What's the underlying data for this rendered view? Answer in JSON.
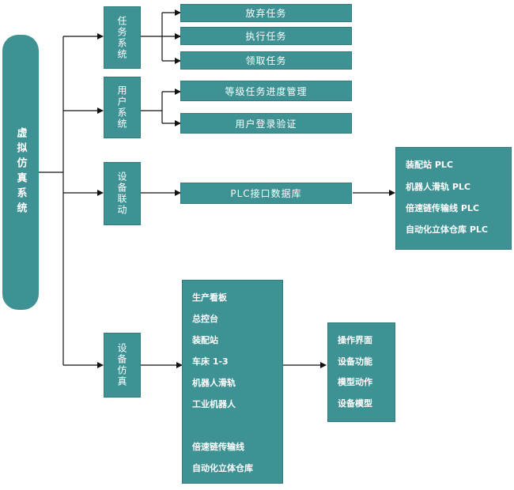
{
  "root": {
    "label": "虚拟仿真系统"
  },
  "branches": [
    {
      "label": "任务系统",
      "children": [
        "放弃任务",
        "执行任务",
        "领取任务"
      ]
    },
    {
      "label": "用户系统",
      "children": [
        "等级任务进度管理",
        "用户登录验证"
      ]
    },
    {
      "label": "设备联动",
      "children": [
        "PLC接口数据库"
      ],
      "sub_list": [
        "装配站 PLC",
        "机器人滑轨 PLC",
        "倍速链传输线 PLC",
        "自动化立体仓库 PLC"
      ]
    },
    {
      "label": "设备仿真",
      "list": [
        "生产看板",
        "总控台",
        "装配站",
        "车床 1-3",
        "机器人滑轨",
        "工业机器人",
        "倍速链传输线",
        "自动化立体仓库"
      ],
      "sub_list": [
        "操作界面",
        "设备功能",
        "模型动作",
        "设备模型"
      ]
    }
  ],
  "colors": {
    "box": "#3e9294",
    "line": "#111111"
  }
}
